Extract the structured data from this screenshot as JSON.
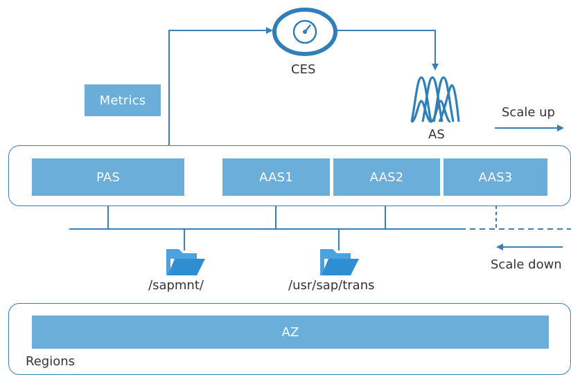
{
  "ces": {
    "label": "CES",
    "icon": "gauge-icon"
  },
  "as": {
    "label": "AS",
    "icon": "autoscaling-coil-icon"
  },
  "metrics": {
    "label": "Metrics"
  },
  "scale_up": {
    "label": "Scale up"
  },
  "scale_down": {
    "label": "Scale down"
  },
  "servers": [
    {
      "label": "PAS"
    },
    {
      "label": "AAS1"
    },
    {
      "label": "AAS2"
    },
    {
      "label": "AAS3"
    }
  ],
  "shares": [
    {
      "label": "/sapmnt/",
      "icon": "folder-icon"
    },
    {
      "label": "/usr/sap/trans",
      "icon": "folder-icon"
    }
  ],
  "az": {
    "label": "AZ"
  },
  "regions": {
    "label": "Regions"
  },
  "colors": {
    "box": "#6aaed9",
    "line": "#3a7fb3",
    "text": "#333333"
  }
}
